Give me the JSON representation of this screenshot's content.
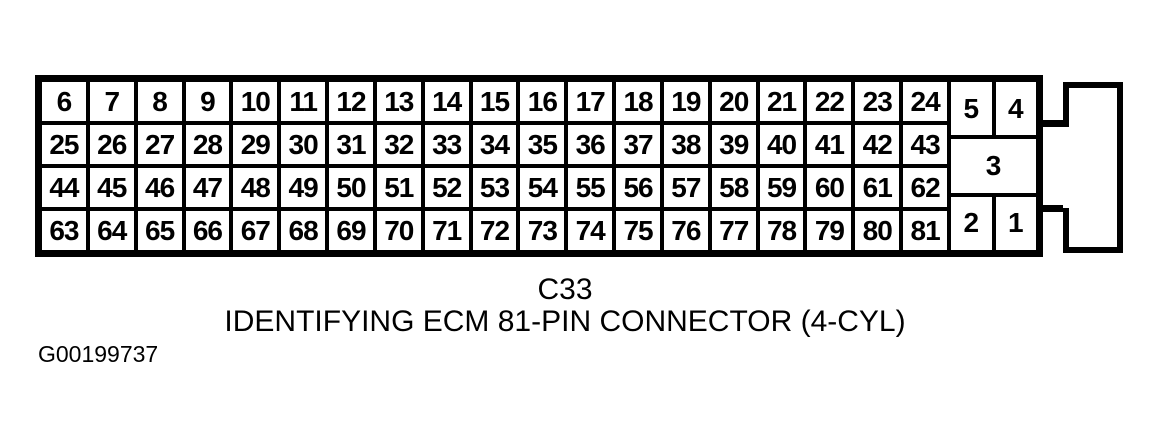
{
  "figure": {
    "connector_id": "C33",
    "caption": "IDENTIFYING ECM 81-PIN CONNECTOR (4-CYL)",
    "graphic_id": "G00199737"
  },
  "pins": {
    "rows": [
      [
        "6",
        "7",
        "8",
        "9",
        "10",
        "11",
        "12",
        "13",
        "14",
        "15",
        "16",
        "17",
        "18",
        "19",
        "20",
        "21",
        "22",
        "23",
        "24"
      ],
      [
        "25",
        "26",
        "27",
        "28",
        "29",
        "30",
        "31",
        "32",
        "33",
        "34",
        "35",
        "36",
        "37",
        "38",
        "39",
        "40",
        "41",
        "42",
        "43"
      ],
      [
        "44",
        "45",
        "46",
        "47",
        "48",
        "49",
        "50",
        "51",
        "52",
        "53",
        "54",
        "55",
        "56",
        "57",
        "58",
        "59",
        "60",
        "61",
        "62"
      ],
      [
        "63",
        "64",
        "65",
        "66",
        "67",
        "68",
        "69",
        "70",
        "71",
        "72",
        "73",
        "74",
        "75",
        "76",
        "77",
        "78",
        "79",
        "80",
        "81"
      ]
    ],
    "side": {
      "pin5": "5",
      "pin4": "4",
      "pin3": "3",
      "pin2": "2",
      "pin1": "1"
    }
  },
  "colors": {
    "line": "#000000",
    "background": "#ffffff"
  }
}
